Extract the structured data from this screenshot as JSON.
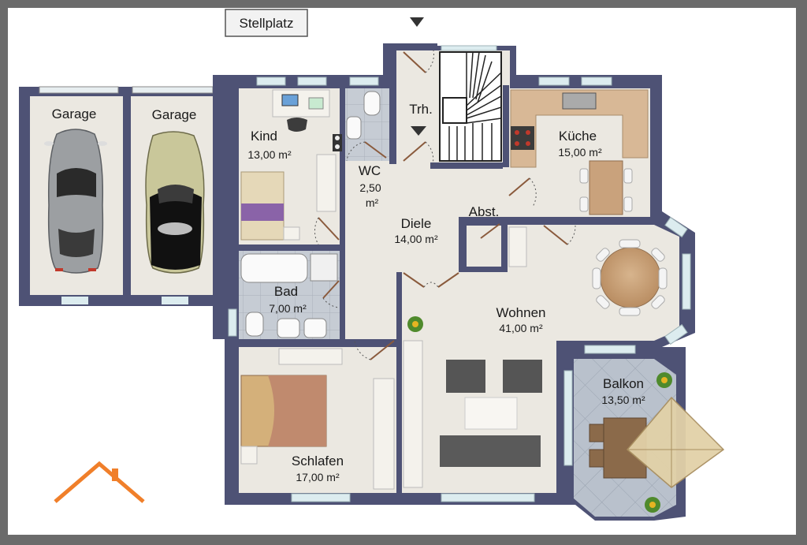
{
  "floorplan": {
    "parking_label": "Stellplatz",
    "rooms": {
      "garage_left": {
        "name": "Garage"
      },
      "garage_right": {
        "name": "Garage"
      },
      "kind": {
        "name": "Kind",
        "area": "13,00 m²"
      },
      "wc": {
        "name": "WC",
        "area_value": "2,50",
        "area_unit": "m²"
      },
      "treppe": {
        "name": "Trh."
      },
      "kueche": {
        "name": "Küche",
        "area": "15,00 m²"
      },
      "diele": {
        "name": "Diele",
        "area": "14,00 m²"
      },
      "abst": {
        "name": "Abst."
      },
      "bad": {
        "name": "Bad",
        "area": "7,00 m²"
      },
      "wohnen": {
        "name": "Wohnen",
        "area": "41,00 m²"
      },
      "balkon": {
        "name": "Balkon",
        "area": "13,50 m²"
      },
      "schlafen": {
        "name": "Schlafen",
        "area": "17,00 m²"
      }
    }
  },
  "colors": {
    "frame": "#6b6b6b",
    "paper": "#ffffff",
    "wall": "#4e5275",
    "floor": "#ebe8e1",
    "wet_floor": "#c6ccd4",
    "balcony_floor": "#b4bcc8",
    "window": "#dcecef",
    "door": "#8a5a3c",
    "logo": "#f07f2a"
  },
  "icons": [
    "car-icon",
    "car-icon",
    "logo-roof-icon",
    "plant-icon"
  ]
}
